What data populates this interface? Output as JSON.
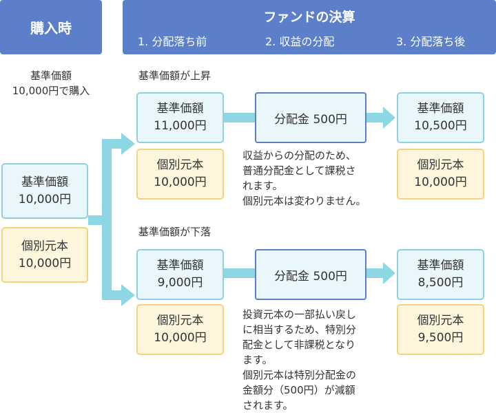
{
  "header": {
    "purchase_label": "購入時",
    "fund_title": "ファンドの決算",
    "steps": [
      "1. 分配落ち前",
      "2. 収益の分配",
      "3. 分配落ち後"
    ]
  },
  "purchase": {
    "caption_line1": "基準価額",
    "caption_line2": "10,000円で購入",
    "nav_label": "基準価額",
    "nav_value": "10,000円",
    "principal_label": "個別元本",
    "principal_value": "10,000円"
  },
  "rise": {
    "heading": "基準価額が上昇",
    "before_nav_label": "基準価額",
    "before_nav_value": "11,000円",
    "before_principal_label": "個別元本",
    "before_principal_value": "10,000円",
    "distribution": "分配金 500円",
    "note": [
      "収益からの分配のため、",
      "普通分配金として課税さ",
      "れます。",
      "個別元本は変わりません。"
    ],
    "after_nav_label": "基準価額",
    "after_nav_value": "10,500円",
    "after_principal_label": "個別元本",
    "after_principal_value": "10,000円"
  },
  "fall": {
    "heading": "基準価額が下落",
    "before_nav_label": "基準価額",
    "before_nav_value": "9,000円",
    "before_principal_label": "個別元本",
    "before_principal_value": "10,000円",
    "distribution": "分配金 500円",
    "note": [
      "投資元本の一部払い戻し",
      "に相当するため、特別分",
      "配金として非課税となり",
      "ます。",
      "個別元本は特別分配金の",
      "金額分（500円）が減額",
      "されます。"
    ],
    "after_nav_label": "基準価額",
    "after_nav_value": "8,500円",
    "after_principal_label": "個別元本",
    "after_principal_value": "9,500円"
  },
  "colors": {
    "header_blue": "#5b7fc9",
    "arrow_cyan": "#8dd6e4",
    "nav_fill": "#e9f6fa",
    "nav_border": "#8fd0e0",
    "principal_fill": "#fdf5dc",
    "principal_border": "#f5d27c"
  }
}
